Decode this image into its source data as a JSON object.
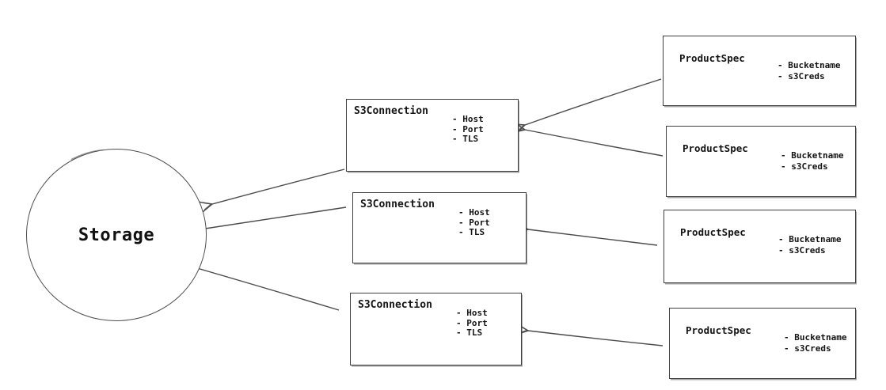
{
  "colors": {
    "background": "#ffffff",
    "line": "#4a4a4a",
    "text": "#141414"
  },
  "storage": {
    "label": "Storage"
  },
  "s3_connections": [
    {
      "title": "S3Connection",
      "attributes": [
        "- Host",
        "- Port",
        "- TLS"
      ]
    },
    {
      "title": "S3Connection",
      "attributes": [
        "- Host",
        "- Port",
        "- TLS"
      ]
    },
    {
      "title": "S3Connection",
      "attributes": [
        "- Host",
        "- Port",
        "- TLS"
      ]
    }
  ],
  "product_specs": [
    {
      "title": "ProductSpec",
      "attributes": [
        "- Bucketname",
        "- s3Creds"
      ]
    },
    {
      "title": "ProductSpec",
      "attributes": [
        "- Bucketname",
        "- s3Creds"
      ]
    },
    {
      "title": "ProductSpec",
      "attributes": [
        "- Bucketname",
        "- s3Creds"
      ]
    },
    {
      "title": "ProductSpec",
      "attributes": [
        "- Bucketname",
        "- s3Creds"
      ]
    }
  ],
  "edges": [
    {
      "from": "ProductSpec-1",
      "to": "S3Connection-1"
    },
    {
      "from": "ProductSpec-2",
      "to": "S3Connection-1"
    },
    {
      "from": "ProductSpec-3",
      "to": "S3Connection-2"
    },
    {
      "from": "ProductSpec-4",
      "to": "S3Connection-3"
    },
    {
      "from": "S3Connection-1",
      "to": "Storage"
    },
    {
      "from": "S3Connection-2",
      "to": "Storage"
    },
    {
      "from": "S3Connection-3",
      "to": "Storage"
    }
  ]
}
